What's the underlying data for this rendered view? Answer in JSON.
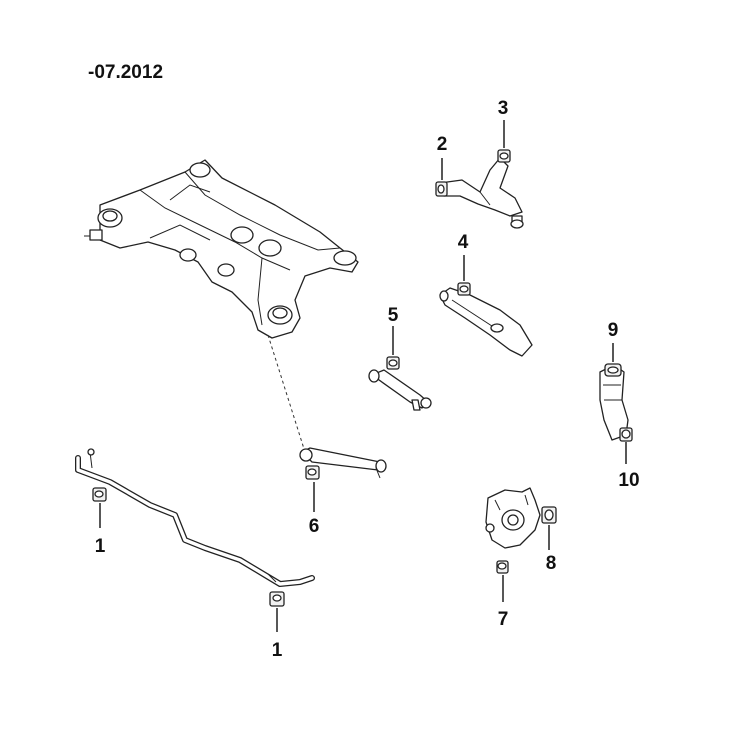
{
  "diagram": {
    "title": "-07.2012",
    "callouts": [
      "1",
      "1",
      "2",
      "3",
      "4",
      "5",
      "6",
      "7",
      "8",
      "9",
      "10"
    ]
  }
}
